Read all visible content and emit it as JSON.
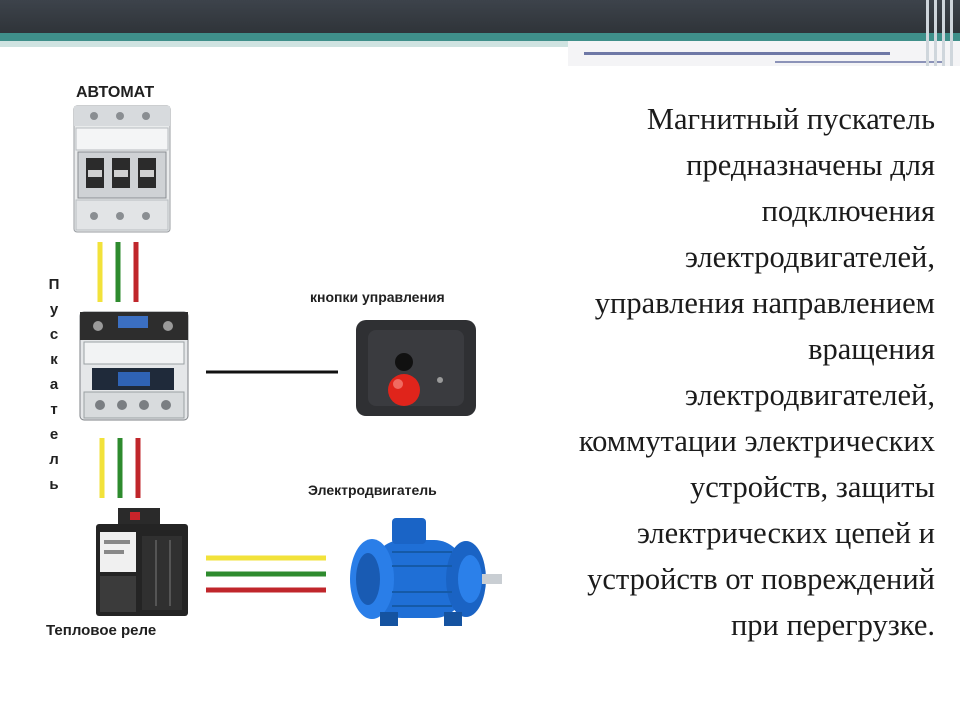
{
  "description_lines": [
    "Магнитный пускатель",
    "предназначены для",
    "подключения",
    "электродвигателей,",
    "управления направлением",
    "вращения",
    "электродвигателей,",
    "коммутации электрических",
    "устройств, защиты",
    "электрических цепей и",
    "устройств от повреждений",
    "при перегрузке."
  ],
  "labels": {
    "breaker": "АВТОМАТ",
    "control_buttons": "кнопки управления",
    "motor": "Электродвигатель",
    "thermal_relay": "Тепловое реле",
    "starter_letters": [
      "П",
      "у",
      "с",
      "к",
      "а",
      "т",
      "е",
      "л",
      "ь"
    ]
  },
  "colors": {
    "wire_yellow": "#f2e23a",
    "wire_green": "#2e8b2e",
    "wire_red": "#c0262b",
    "motor_blue": "#1f6fd6",
    "button_red": "#e0241b",
    "teal_band": "#3f8f8a"
  }
}
